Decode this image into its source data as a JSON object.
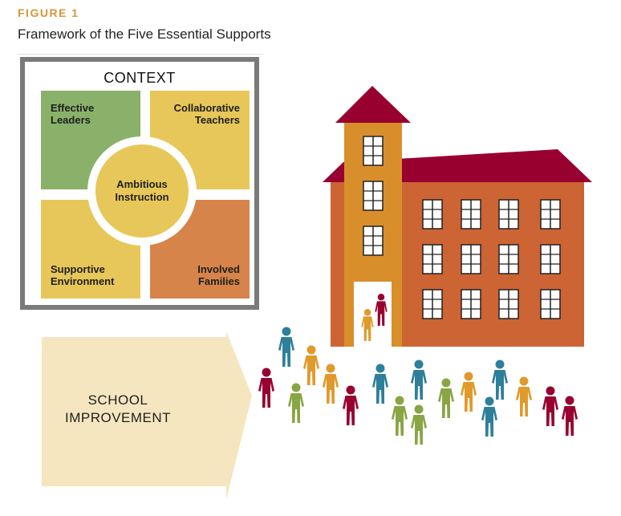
{
  "figure": {
    "label": "FIGURE 1",
    "title": "Framework of the Five Essential Supports"
  },
  "context": {
    "title": "CONTEXT",
    "supports": [
      {
        "label": "Effective Leaders",
        "line1": "Effective",
        "line2": "Leaders",
        "color": "#8ab16a"
      },
      {
        "label": "Collaborative Teachers",
        "line1": "Collaborative",
        "line2": "Teachers",
        "color": "#e8c75a"
      },
      {
        "label": "Supportive Environment",
        "line1": "Supportive",
        "line2": "Environment",
        "color": "#e8c75a"
      },
      {
        "label": "Involved Families",
        "line1": "Involved",
        "line2": "Families",
        "color": "#d6844a"
      }
    ],
    "center": {
      "label": "Ambitious Instruction",
      "line1": "Ambitious",
      "line2": "Instruction",
      "color": "#e8c75a"
    }
  },
  "arrow": {
    "line1": "SCHOOL",
    "line2": "IMPROVEMENT",
    "color": "#f5e6c0"
  },
  "building": {
    "roof_color": "#980030",
    "wall_color": "#cd6433",
    "tower_color": "#d98e2c",
    "tower_windows": 3,
    "main_window_rows": 3,
    "main_window_cols": 4
  },
  "people": {
    "colors": {
      "maroon": "#980030",
      "teal": "#2e7f9a",
      "orange": "#e09a2c",
      "green": "#8aa544"
    },
    "count": 17
  }
}
